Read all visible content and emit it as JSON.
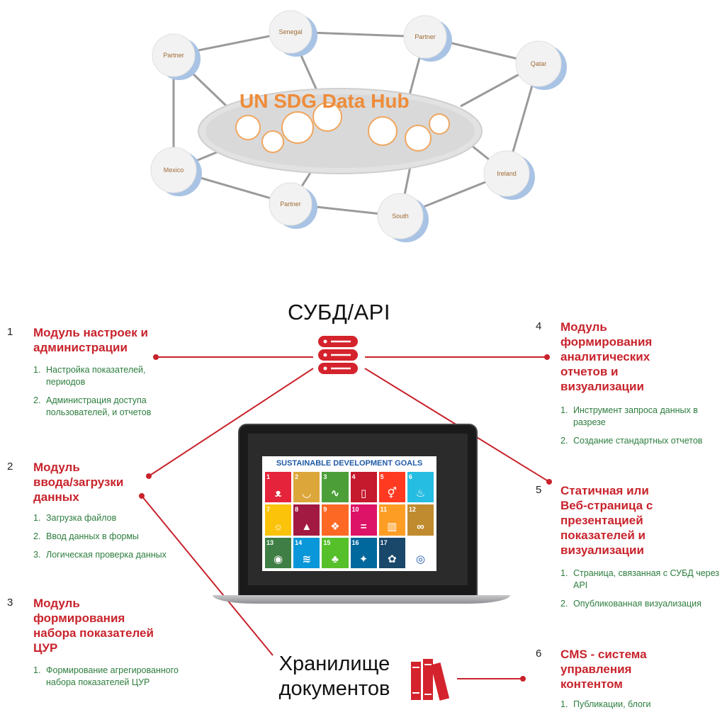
{
  "hub": {
    "title": "UN SDG Data Hub",
    "nodes": [
      "Senegal",
      "Partner",
      "Partner",
      "Qatar",
      "Mexico",
      "Partner",
      "South",
      "Ireland"
    ]
  },
  "center": {
    "title": "СУБД/API"
  },
  "storage": {
    "line1": "Хранилище",
    "line2": "документов"
  },
  "modules": [
    {
      "num": "1",
      "title_lines": [
        "Модуль настроек и",
        "администрации"
      ],
      "items": [
        {
          "n": "1.",
          "text": "Настройка показателей, периодов"
        },
        {
          "n": "2.",
          "text": "Администрация доступа пользователей, и отчетов"
        }
      ]
    },
    {
      "num": "2",
      "title_lines": [
        "Модуль",
        "ввода/загрузки",
        "данных"
      ],
      "items": [
        {
          "n": "1.",
          "text": "Загрузка файлов"
        },
        {
          "n": "2.",
          "text": " Ввод данных в формы"
        },
        {
          "n": "3.",
          "text": "Логическая проверка данных"
        }
      ]
    },
    {
      "num": "3",
      "title_lines": [
        "Модуль",
        "формирования",
        "набора показателей",
        "ЦУР"
      ],
      "items": [
        {
          "n": "1.",
          "text": "Формирование агрегированного набора показателей ЦУР"
        }
      ]
    },
    {
      "num": "4",
      "title_lines": [
        "Модуль",
        "формирования",
        "аналитических",
        "отчетов и",
        "визуализации"
      ],
      "items": [
        {
          "n": "1.",
          "text": "Инструмент запроса данных в разрезе"
        },
        {
          "n": "2.",
          "text": "Создание стандартных отчетов"
        }
      ]
    },
    {
      "num": "5",
      "title_lines": [
        "Статичная или",
        "Веб-страница с",
        "презентацией",
        "показателей и",
        "визуализации"
      ],
      "items": [
        {
          "n": "1.",
          "text": "Страница, связанная с СУБД через API"
        },
        {
          "n": "2.",
          "text": "Опубликованная визуализация"
        }
      ]
    },
    {
      "num": "6",
      "title_lines": [
        "CMS - система",
        "управления",
        "контентом"
      ],
      "items": [
        {
          "n": "1.",
          "text": "Публикации, блоги"
        }
      ]
    }
  ],
  "sdg_panel": {
    "header": "SUSTAINABLE DEVELOPMENT GOALS",
    "tiles": [
      {
        "n": "1",
        "color": "#e5243b",
        "icon": "people-icon"
      },
      {
        "n": "2",
        "color": "#dda63a",
        "icon": "bowl-icon"
      },
      {
        "n": "3",
        "color": "#4c9f38",
        "icon": "heartbeat-icon"
      },
      {
        "n": "4",
        "color": "#c5192d",
        "icon": "book-icon"
      },
      {
        "n": "5",
        "color": "#ff3a21",
        "icon": "gender-icon"
      },
      {
        "n": "6",
        "color": "#26bde2",
        "icon": "water-icon"
      },
      {
        "n": "7",
        "color": "#fcc30b",
        "icon": "sun-icon"
      },
      {
        "n": "8",
        "color": "#a21942",
        "icon": "growth-icon"
      },
      {
        "n": "9",
        "color": "#fd6925",
        "icon": "cubes-icon"
      },
      {
        "n": "10",
        "color": "#dd1367",
        "icon": "equal-icon"
      },
      {
        "n": "11",
        "color": "#fd9d24",
        "icon": "buildings-icon"
      },
      {
        "n": "12",
        "color": "#bf8b2e",
        "icon": "infinity-icon"
      },
      {
        "n": "13",
        "color": "#3f7e44",
        "icon": "eye-icon"
      },
      {
        "n": "14",
        "color": "#0a97d9",
        "icon": "fish-icon"
      },
      {
        "n": "15",
        "color": "#56c02b",
        "icon": "tree-icon"
      },
      {
        "n": "16",
        "color": "#00689d",
        "icon": "dove-icon"
      },
      {
        "n": "17",
        "color": "#19486a",
        "icon": "rings-icon"
      },
      {
        "n": "",
        "color": "#ffffff",
        "icon": "sdg-wheel-icon"
      }
    ]
  },
  "colors": {
    "accent_red": "#c8232c",
    "list_green": "#2d7d3e"
  }
}
